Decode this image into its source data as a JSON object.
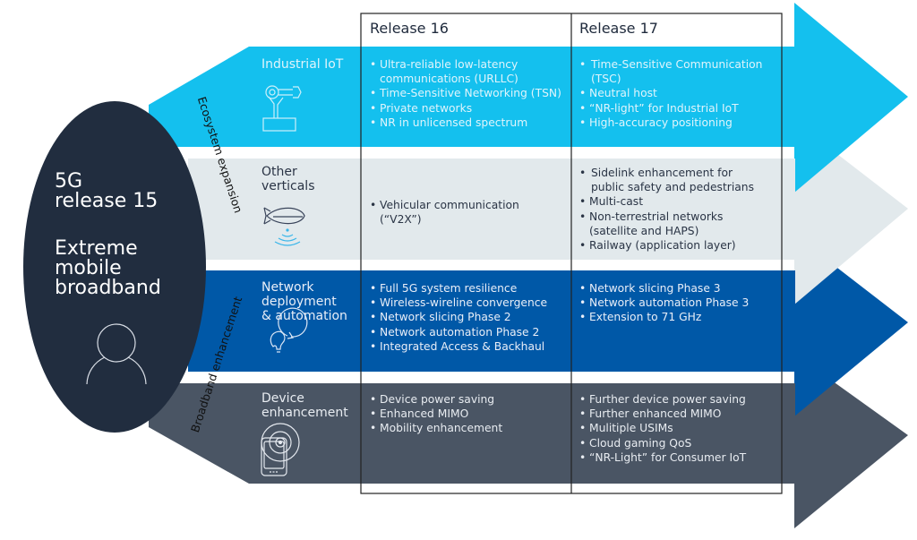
{
  "title": "5G Release 15 to Release 17 evolution",
  "center": {
    "line1": "5G",
    "line2": "release 15",
    "line3": "Extreme",
    "line4": "mobile",
    "line5": "broadband",
    "icon": "person-icon"
  },
  "side_labels": {
    "top": "Ecosystem expansion",
    "bottom": "Broadband enhancement"
  },
  "columns": [
    "Release 16",
    "Release 17"
  ],
  "colors": {
    "oval": "#212d3f",
    "industrial_iot": "#14c0ee",
    "other_verticals": "#e2e9ec",
    "network": "#0058a7",
    "device": "#4a5564"
  },
  "rows": [
    {
      "title": "Industrial IoT",
      "icon": "robot-arm-icon",
      "release16": [
        "Ultra-reliable low-latency",
        "communications (URLLC)",
        "Time-Sensitive Networking (TSN)",
        "Private networks",
        "NR in unlicensed spectrum"
      ],
      "release17": [
        "Time-Sensitive Communication",
        "(TSC)",
        "Neutral host",
        "“NR-light” for Industrial IoT",
        "High-accuracy positioning"
      ]
    },
    {
      "title": "Other verticals",
      "icon": "airship-icon",
      "release16": [
        "Vehicular communication",
        "(“V2X”)"
      ],
      "release17": [
        "Sidelink enhancement for",
        "public safety and pedestrians",
        "Multi-cast",
        "Non-terrestrial networks",
        "(satellite and HAPS)",
        "Railway (application layer)"
      ]
    },
    {
      "title": "Network deployment & automation",
      "icon": "lightbulb-cycle-icon",
      "release16": [
        "Full 5G system resilience",
        "Wireless-wireline convergence",
        "Network slicing Phase 2",
        "Network automation Phase 2",
        "Integrated Access & Backhaul"
      ],
      "release17": [
        "Network slicing Phase 3",
        "Network automation Phase 3",
        "Extension to 71 GHz"
      ]
    },
    {
      "title": "Device enhancement",
      "icon": "phone-signal-icon",
      "release16": [
        "Device power saving",
        "Enhanced MIMO",
        "Mobility enhancement"
      ],
      "release17": [
        "Further device power saving",
        "Further enhanced MIMO",
        "Mulitiple USIMs",
        "Cloud gaming QoS",
        "“NR-Light” for Consumer IoT"
      ]
    }
  ],
  "row_titles_split": [
    [
      "Industrial IoT"
    ],
    [
      "Other",
      "verticals"
    ],
    [
      "Network",
      "deployment",
      "& automation"
    ],
    [
      "Device",
      "enhancement"
    ]
  ]
}
